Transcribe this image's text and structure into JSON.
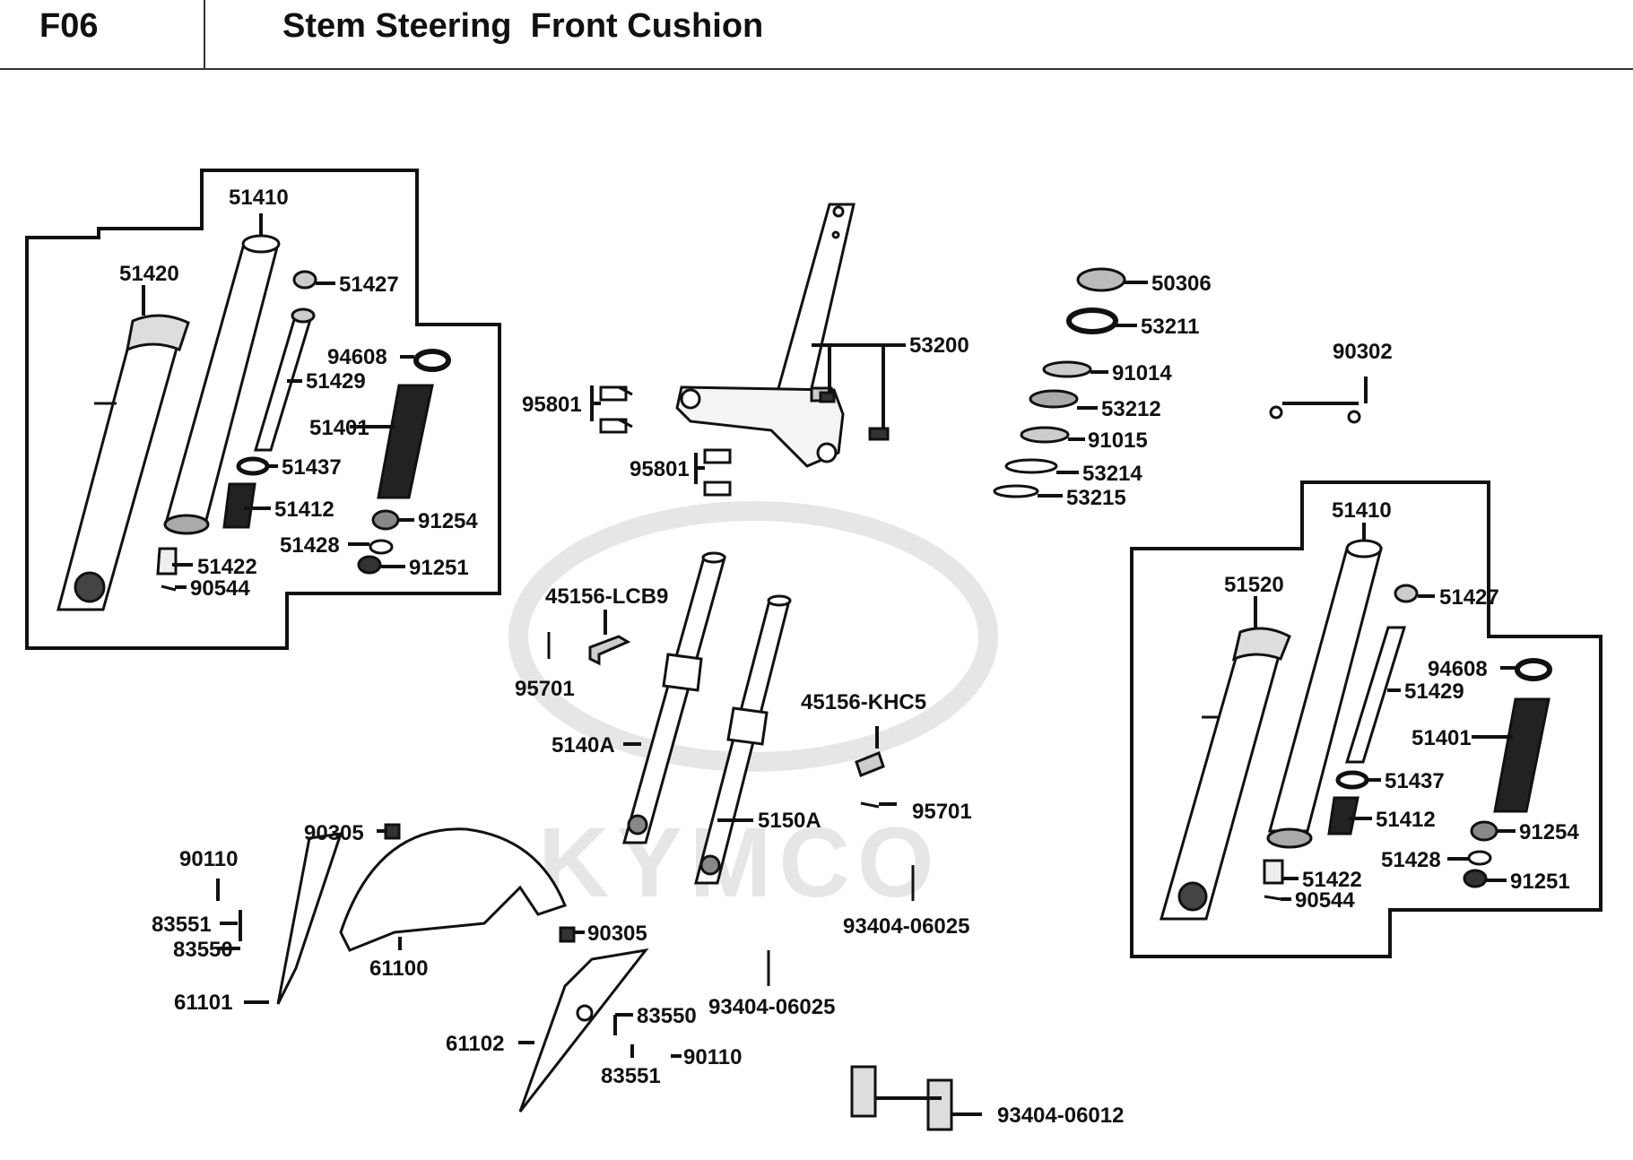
{
  "header": {
    "code": "F06",
    "title": "Stem Steering  Front Cushion"
  },
  "watermark": "KYMCO",
  "colors": {
    "line": "#111111",
    "watermark": "#e6e6e6"
  },
  "labels": {
    "l51410a": "51410",
    "l51420a": "51420",
    "l51427a": "51427",
    "l94608a": "94608",
    "l51429a": "51429",
    "l51401a": "51401",
    "l51437a": "51437",
    "l51412a": "51412",
    "l91254a": "91254",
    "l51428a": "51428",
    "l51422a": "51422",
    "l91251a": "91251",
    "l90544a": "90544",
    "l53200": "53200",
    "l95801a": "95801",
    "l95801b": "95801",
    "l50306": "50306",
    "l53211": "53211",
    "l91014": "91014",
    "l53212": "53212",
    "l91015": "91015",
    "l53214": "53214",
    "l53215": "53215",
    "l90302": "90302",
    "l45156lcb9": "45156-LCB9",
    "l95701a": "95701",
    "l5140a": "5140A",
    "l5150a": "5150A",
    "l45156khc5": "45156-KHC5",
    "l95701b": "95701",
    "l93404a": "93404-06025",
    "l90305a": "90305",
    "l90110a": "90110",
    "l83551a": "83551",
    "l83550a": "83550",
    "l61101": "61101",
    "l61100": "61100",
    "l90305b": "90305",
    "l61102": "61102",
    "l83550b": "83550",
    "l90110b": "90110",
    "l83551b": "83551",
    "l93404b": "93404-06025",
    "l93404c": "93404-06012",
    "l51410b": "51410",
    "l51520": "51520",
    "l51427b": "51427",
    "l94608b": "94608",
    "l51429b": "51429",
    "l51401b": "51401",
    "l51437b": "51437",
    "l51412b": "51412",
    "l91254b": "91254",
    "l51428b": "51428",
    "l51422b": "51422",
    "l91251b": "91251",
    "l90544b": "90544"
  }
}
